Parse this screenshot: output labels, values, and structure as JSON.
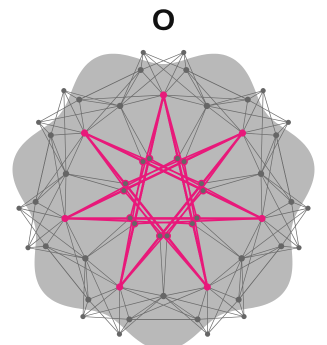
{
  "figure": {
    "panel_label": "O",
    "colors": {
      "background_blob": "#b9b9b9",
      "gray_edge": "#6a6a6a",
      "gray_node": "#666666",
      "highlight_edge": "#e8197a",
      "highlight_node": "#e8197a"
    },
    "icons": {
      "shape": "seven-lobed-flower-blob",
      "pattern": "seven-pointed-star-string-art"
    }
  }
}
